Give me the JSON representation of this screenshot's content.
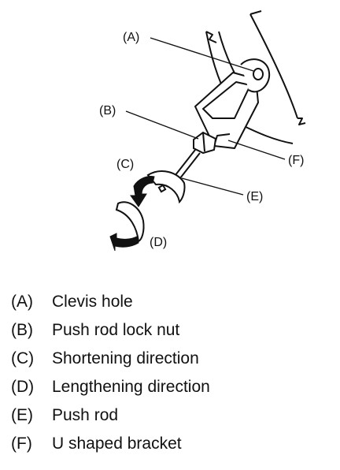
{
  "callouts": {
    "a": "(A)",
    "b": "(B)",
    "c": "(C)",
    "d": "(D)",
    "e": "(E)",
    "f": "(F)"
  },
  "legend": [
    {
      "key": "(A)",
      "text": "Clevis hole"
    },
    {
      "key": "(B)",
      "text": "Push rod lock nut"
    },
    {
      "key": "(C)",
      "text": "Shortening direction"
    },
    {
      "key": "(D)",
      "text": "Lengthening direction"
    },
    {
      "key": "(E)",
      "text": "Push rod"
    },
    {
      "key": "(F)",
      "text": "U shaped bracket"
    }
  ]
}
